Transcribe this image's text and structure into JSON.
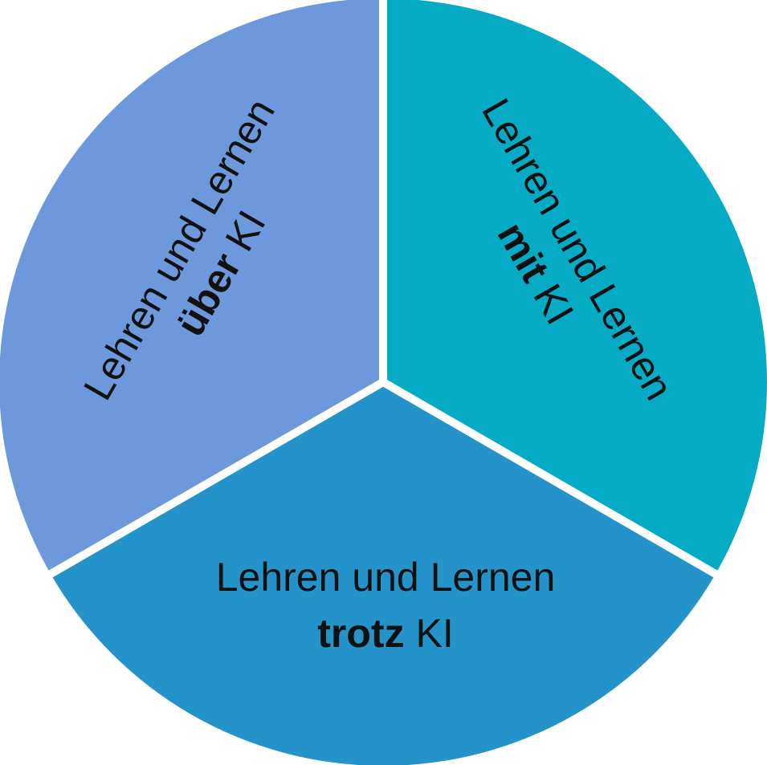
{
  "diagram": {
    "segments": [
      {
        "id": "ueber",
        "line1": "Lehren und Lernen",
        "keyword": "über",
        "suffix": " KI",
        "color": "#6d99dc"
      },
      {
        "id": "mit",
        "line1": "Lehren und Lernen",
        "keyword": "mit",
        "suffix": " KI",
        "color": "#05abc5"
      },
      {
        "id": "trotz",
        "line1": "Lehren und Lernen",
        "keyword": "trotz",
        "suffix": " KI",
        "color": "#2493c9"
      }
    ],
    "divider_color": "#ffffff"
  }
}
